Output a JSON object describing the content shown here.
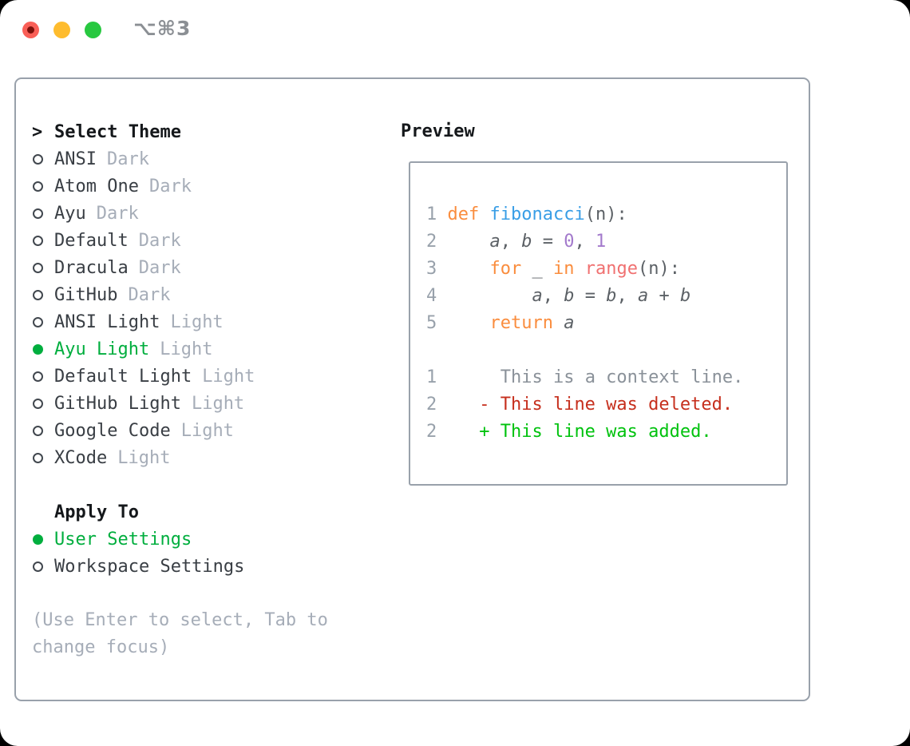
{
  "window": {
    "title_shortcut": "⌥⌘3",
    "traffic_lights": [
      "close",
      "minimize",
      "zoom"
    ]
  },
  "colors": {
    "selected_green": "#00ae3e",
    "diff_added_green": "#00c20e",
    "diff_removed_red": "#c62f1d",
    "keyword_orange": "#fa8d3e",
    "function_blue": "#399ee6",
    "number_purple": "#a37acc",
    "builtin_coral": "#f07171",
    "code_foreground": "#5c6166",
    "line_number_gray": "#98a1ab",
    "context_gray": "#8a9199",
    "muted_gray": "#a6adb8",
    "text_dark": "#393e44",
    "heading_black": "#15181b",
    "border_gray": "#99a1ab",
    "traffic_red": "#f95f57",
    "traffic_yellow": "#febc2e",
    "traffic_green": "#28c840"
  },
  "theme_selector": {
    "header_marker": ">",
    "header": "Select Theme",
    "themes": [
      {
        "name": "ANSI",
        "variant": "Dark",
        "selected": false
      },
      {
        "name": "Atom One",
        "variant": "Dark",
        "selected": false
      },
      {
        "name": "Ayu",
        "variant": "Dark",
        "selected": false
      },
      {
        "name": "Default",
        "variant": "Dark",
        "selected": false
      },
      {
        "name": "Dracula",
        "variant": "Dark",
        "selected": false
      },
      {
        "name": "GitHub",
        "variant": "Dark",
        "selected": false
      },
      {
        "name": "ANSI Light",
        "variant": "Light",
        "selected": false
      },
      {
        "name": "Ayu Light",
        "variant": "Light",
        "selected": true
      },
      {
        "name": "Default Light",
        "variant": "Light",
        "selected": false
      },
      {
        "name": "GitHub Light",
        "variant": "Light",
        "selected": false
      },
      {
        "name": "Google Code",
        "variant": "Light",
        "selected": false
      },
      {
        "name": "XCode",
        "variant": "Light",
        "selected": false
      }
    ],
    "apply_to": {
      "header": "Apply To",
      "options": [
        {
          "label": "User Settings",
          "selected": true
        },
        {
          "label": "Workspace Settings",
          "selected": false
        }
      ]
    },
    "hint": "(Use Enter to select, Tab to change focus)"
  },
  "preview": {
    "header": "Preview",
    "lines": [
      [
        [
          "1",
          "ln"
        ],
        [
          " ",
          "fg"
        ],
        [
          "def",
          "kw"
        ],
        [
          " ",
          "fg"
        ],
        [
          "fibonacci",
          "fn"
        ],
        [
          "(n):",
          "fg"
        ]
      ],
      [
        [
          "2",
          "ln"
        ],
        [
          "     ",
          "fg"
        ],
        [
          "a",
          "var"
        ],
        [
          ", ",
          "fg"
        ],
        [
          "b",
          "var"
        ],
        [
          " = ",
          "fg"
        ],
        [
          "0",
          "num"
        ],
        [
          ", ",
          "fg"
        ],
        [
          "1",
          "num"
        ]
      ],
      [
        [
          "3",
          "ln"
        ],
        [
          "     ",
          "fg"
        ],
        [
          "for",
          "kw"
        ],
        [
          " _ ",
          "fg"
        ],
        [
          "in",
          "kw"
        ],
        [
          " ",
          "fg"
        ],
        [
          "range",
          "rng"
        ],
        [
          "(n):",
          "fg"
        ]
      ],
      [
        [
          "4",
          "ln"
        ],
        [
          "         ",
          "fg"
        ],
        [
          "a",
          "var"
        ],
        [
          ", ",
          "fg"
        ],
        [
          "b",
          "var"
        ],
        [
          " = ",
          "fg"
        ],
        [
          "b",
          "var"
        ],
        [
          ", ",
          "fg"
        ],
        [
          "a",
          "var"
        ],
        [
          " + ",
          "fg"
        ],
        [
          "b",
          "var"
        ]
      ],
      [
        [
          "5",
          "ln"
        ],
        [
          "     ",
          "fg"
        ],
        [
          "return",
          "kw"
        ],
        [
          " ",
          "fg"
        ],
        [
          "a",
          "var"
        ]
      ],
      [
        [
          "",
          "fg"
        ]
      ],
      [
        [
          "1",
          "ln"
        ],
        [
          "      ",
          "fg"
        ],
        [
          "This is a context line.",
          "ctx"
        ]
      ],
      [
        [
          "2",
          "ln"
        ],
        [
          "    ",
          "fg"
        ],
        [
          "- This line was deleted.",
          "del"
        ]
      ],
      [
        [
          "2",
          "ln"
        ],
        [
          "    ",
          "fg"
        ],
        [
          "+ This line was added.",
          "add"
        ]
      ]
    ]
  }
}
